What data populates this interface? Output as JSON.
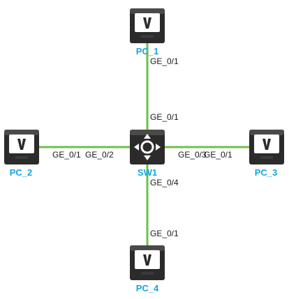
{
  "nodes": {
    "pc1": {
      "label": "PC_1",
      "icon": "pc-icon"
    },
    "pc2": {
      "label": "PC_2",
      "icon": "pc-icon"
    },
    "pc3": {
      "label": "PC_3",
      "icon": "pc-icon"
    },
    "pc4": {
      "label": "PC_4",
      "icon": "pc-icon"
    },
    "sw1": {
      "label": "SW1",
      "icon": "switch-icon"
    }
  },
  "links": [
    {
      "from": "sw1",
      "to": "pc1",
      "from_port": "GE_0/1",
      "to_port": "GE_0/1"
    },
    {
      "from": "sw1",
      "to": "pc2",
      "from_port": "GE_0/2",
      "to_port": "GE_0/1"
    },
    {
      "from": "sw1",
      "to": "pc3",
      "from_port": "GE_0/3",
      "to_port": "GE_0/1"
    },
    {
      "from": "sw1",
      "to": "pc4",
      "from_port": "GE_0/4",
      "to_port": "GE_0/1"
    }
  ],
  "colors": {
    "link": "#6cc04a",
    "label": "#1aa3e0",
    "device": "#2b2b2b"
  }
}
